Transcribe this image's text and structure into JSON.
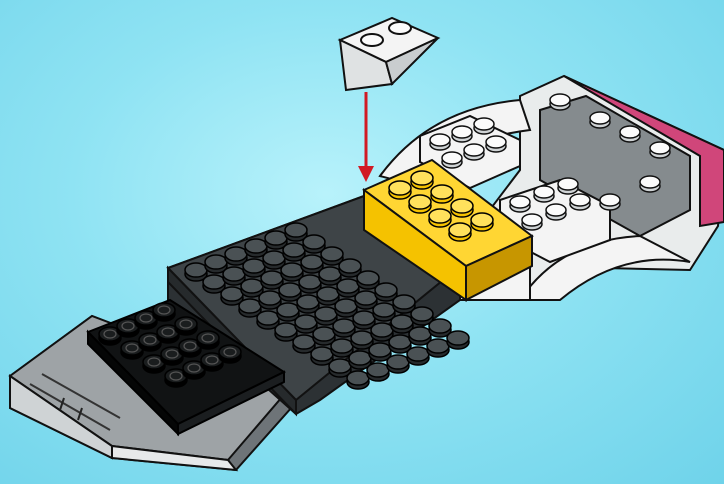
{
  "scene": {
    "kind": "brick-building-instruction-step",
    "background_color": "#8fe3f3",
    "colors": {
      "dark_grey_plate": "#3e4447",
      "black_plate": "#111314",
      "yellow_brick": "#f5c200",
      "white_brick": "#f4f4f4",
      "light_grey_tile": "#9ea3a6",
      "pink_trim": "#d0467a",
      "arrow": "#d11a24"
    },
    "parts": [
      {
        "name": "dark-grey-plate",
        "studs_wide": 6,
        "studs_long": 10
      },
      {
        "name": "black-plate",
        "studs_wide": 4,
        "studs_long": 4
      },
      {
        "name": "yellow-brick",
        "studs_wide": 2,
        "studs_long": 4
      },
      {
        "name": "white-arch-assembly"
      },
      {
        "name": "white-slope-brick",
        "studs_wide": 1,
        "studs_long": 2
      }
    ],
    "arrow_icon": "arrow-down-icon"
  }
}
